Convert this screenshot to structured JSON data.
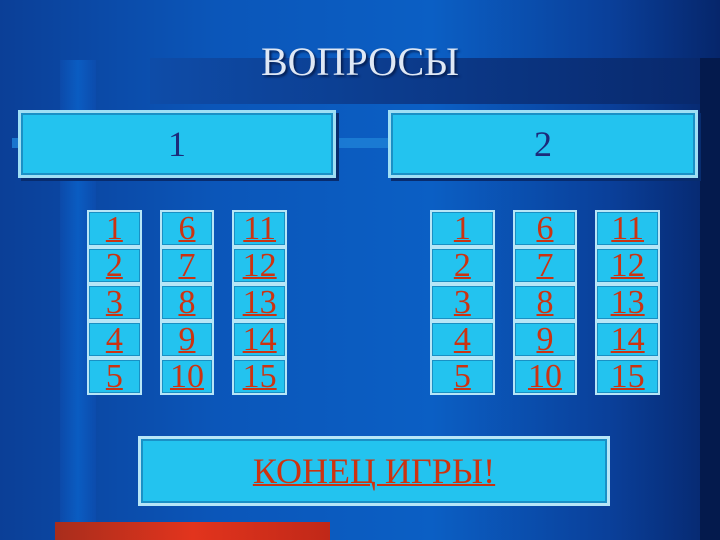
{
  "title": "ВОПРОСЫ",
  "teams": [
    {
      "label": "1",
      "questions": [
        [
          "1",
          "6",
          "11"
        ],
        [
          "2",
          "7",
          "12"
        ],
        [
          "3",
          "8",
          "13"
        ],
        [
          "4",
          "9",
          "14"
        ],
        [
          "5",
          "10",
          "15"
        ]
      ]
    },
    {
      "label": "2",
      "questions": [
        [
          "1",
          "6",
          "11"
        ],
        [
          "2",
          "7",
          "12"
        ],
        [
          "3",
          "8",
          "13"
        ],
        [
          "4",
          "9",
          "14"
        ],
        [
          "5",
          "10",
          "15"
        ]
      ]
    }
  ],
  "end_game": "КОНЕЦ ИГРЫ!",
  "colors": {
    "background": "#0b56b9",
    "panel": "#23c3ef",
    "link": "#cc3311",
    "accent_bar": "#e2341d"
  }
}
